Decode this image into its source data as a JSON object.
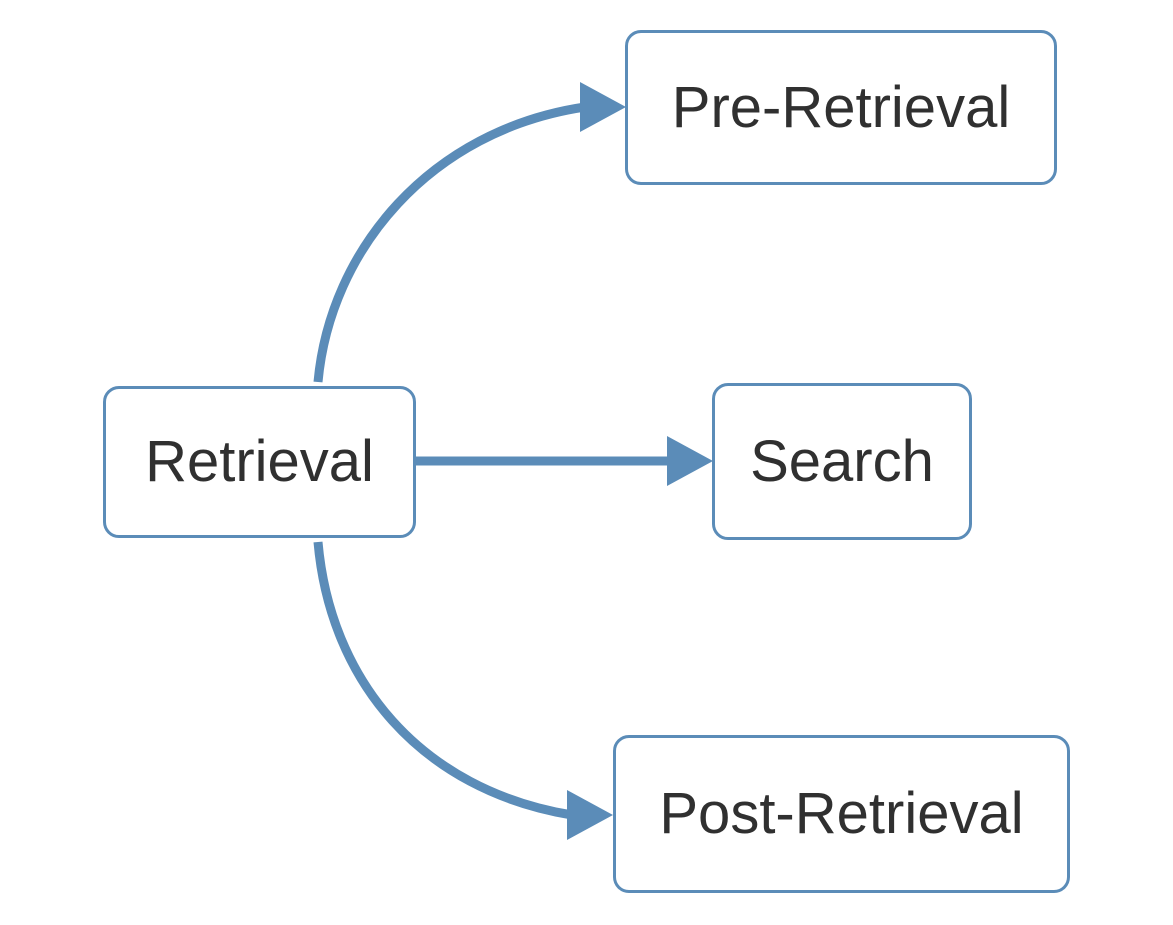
{
  "diagram": {
    "title": "Retrieval",
    "type": "flow-diagram",
    "orientation": "left-to-right",
    "background_color": "#ffffff",
    "edge_color": "#5b8cb8",
    "node_border_color": "#5b8cb8",
    "node_fill_color": "#ffffff",
    "node_text_color": "#303030",
    "nodes": [
      {
        "id": "retrieval",
        "label": "Retrieval",
        "role": "root"
      },
      {
        "id": "pre-retrieval",
        "label": "Pre-Retrieval",
        "role": "child"
      },
      {
        "id": "search",
        "label": "Search",
        "role": "child"
      },
      {
        "id": "post-retrieval",
        "label": "Post-Retrieval",
        "role": "child"
      }
    ],
    "edges": [
      {
        "id": "edge-retrieval-pre-retrieval",
        "from": "Retrieval",
        "to": "Pre-Retrieval",
        "style": "curved",
        "arrow": "triangle"
      },
      {
        "id": "edge-retrieval-search",
        "from": "Retrieval",
        "to": "Search",
        "style": "straight",
        "arrow": "triangle"
      },
      {
        "id": "edge-retrieval-post-retrieval",
        "from": "Retrieval",
        "to": "Post-Retrieval",
        "style": "curved",
        "arrow": "triangle"
      }
    ]
  }
}
